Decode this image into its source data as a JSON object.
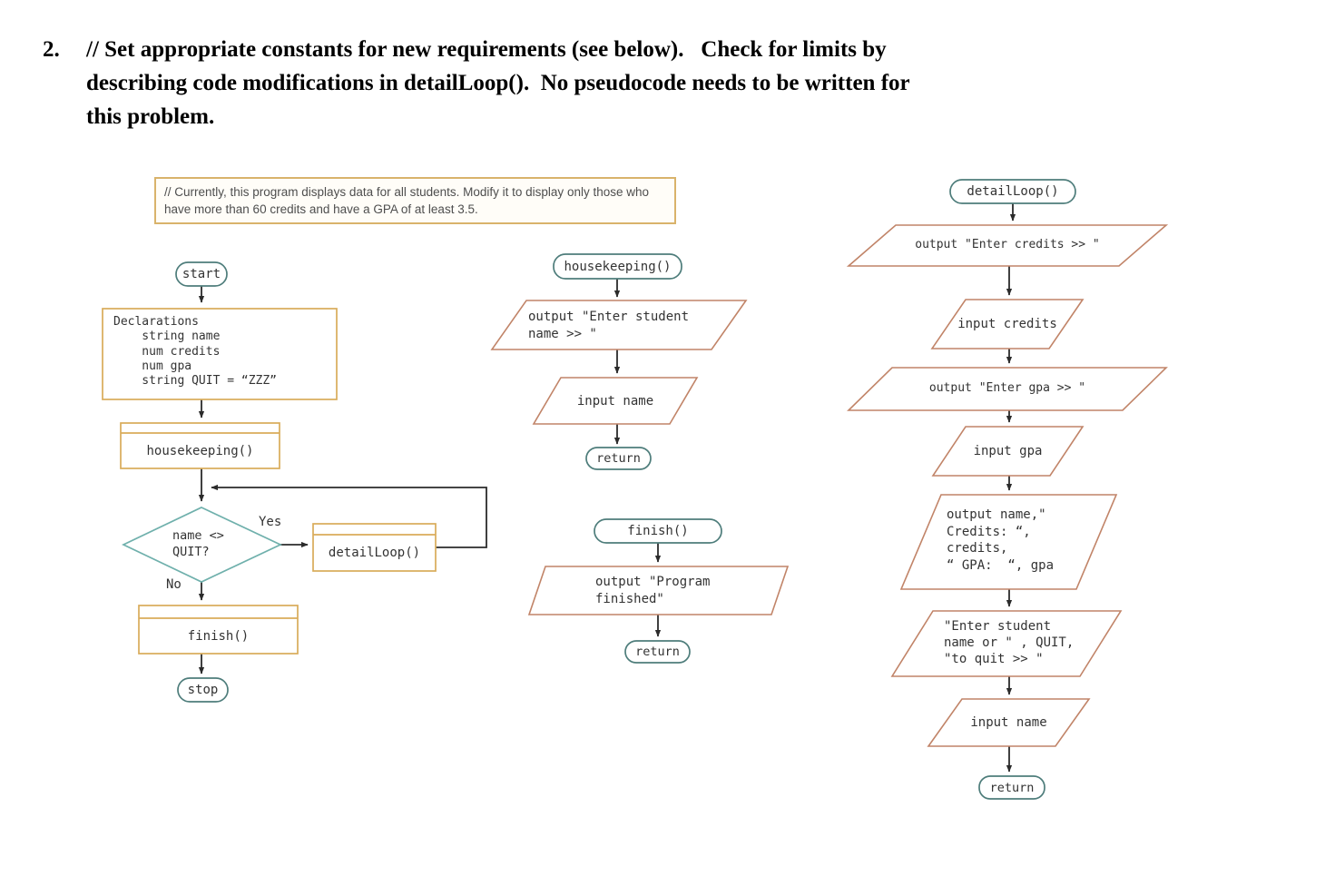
{
  "problem": {
    "number": "2.",
    "text": "// Set appropriate constants for new requirements (see below).   Check for limits by\ndescribing code modifications in detailLoop().  No pseudocode needs to be written for\nthis problem."
  },
  "comment": {
    "text": "// Currently, this program displays data for all students. Modify it to display only those who\nhave more than 60 credits and have a GPA of at least 3.5."
  },
  "colors": {
    "process_border_gold": "#d9ab5a",
    "terminal_border_teal": "#4e7d7b",
    "decision_border_teal": "#6fb0ac",
    "io_border_salmon": "#c18468",
    "comment_border": "#d9b36b",
    "flowline": "#2b2b2b",
    "code_text": "#333333"
  },
  "main_flow": {
    "start": "start",
    "declarations": "Declarations\n    string name\n    num credits\n    num gpa\n    string QUIT = “ZZZ”",
    "housekeeping_call": "housekeeping()",
    "decision": "name <>\nQUIT?",
    "yes_label": "Yes",
    "no_label": "No",
    "detailloop_call": "detailLoop()",
    "finish_call": "finish()",
    "stop": "stop"
  },
  "housekeeping_module": {
    "title": "housekeeping()",
    "output_prompt": "output \"Enter student\nname >> \"",
    "input_name": "input name",
    "return_label": "return"
  },
  "finish_module": {
    "title": "finish()",
    "output_message": "output \"Program\nfinished\"",
    "return_label": "return"
  },
  "detailloop_module": {
    "title": "detailLoop()",
    "output_credits_prompt": "output \"Enter credits >> \"",
    "input_credits": "input credits",
    "output_gpa_prompt": "output \"Enter gpa >> \"",
    "input_gpa": "input gpa",
    "output_record": "output name,\"\nCredits: “,\ncredits,\n“ GPA:  “, gpa",
    "output_next_prompt": "\"Enter student\nname or \" , QUIT,\n\"to quit >> \"",
    "input_name": "input name",
    "return_label": "return"
  }
}
